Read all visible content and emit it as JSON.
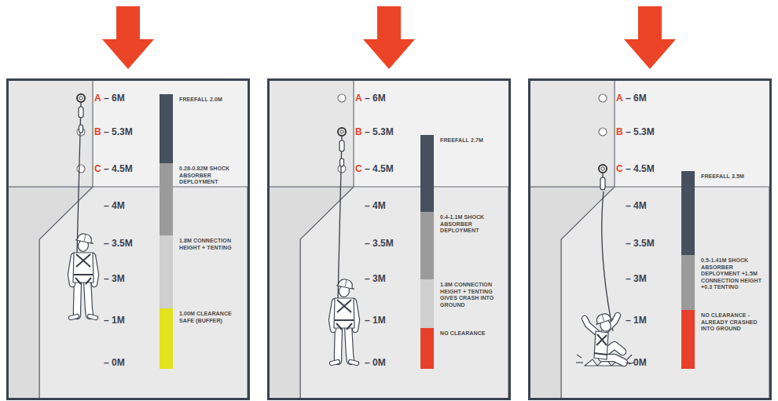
{
  "diagram": {
    "nodes": [
      {
        "text": [
          "FREEFALL 2.0M"
        ]
      },
      {
        "text": [
          "0.28-0.82M SHOCK ABSORBER DEPLOYMENT"
        ]
      },
      {
        "text": [
          "1.8M CONNECTION HEIGHT + TENTING"
        ]
      },
      {
        "text": [
          "1.00M CLEARANCE SAFE (BUFFER)"
        ]
      },
      {
        "text": [
          "FREEFALL 2.7M"
        ]
      },
      {
        "text": [
          "0.4-1.1M SHOCK ABSORBER DEPLOYMENT"
        ]
      },
      {
        "text": [
          "1.8M CONNECTION HEIGHT + TENTING GIVES CRASH INTO GROUND"
        ]
      },
      {
        "text": [
          "NO CLEARANCE"
        ]
      },
      {
        "text": [
          "FREEFALL 3.5M"
        ]
      },
      {
        "text": [
          "0.5-1.41M SHOCK ABSORBER DEPLOYMENT +1.5M CONNECTION HEIGHT +0.3 TENTING"
        ]
      },
      {
        "text": [
          "NO CLEARANCE - ALREADY CRASHED INTO GROUND"
        ]
      }
    ],
    "labels": [
      "A",
      "– 6M",
      "B",
      "– 5.3M",
      "C",
      "– 4.5M",
      "– 4M",
      "– 3.5M",
      "– 3M",
      "– 1M",
      "– 0M",
      "A",
      "– 6M",
      "B",
      "– 5.3M",
      "C",
      "– 4.5M",
      "– 4M",
      "– 3.5M",
      "– 3M",
      "– 1M",
      "– 0M",
      "A",
      "– 6M",
      "B",
      "– 5.3M",
      "C",
      "– 4.5M",
      "– 4M",
      "– 3.5M",
      "– 3M",
      "– 1M",
      "– 0M"
    ]
  }
}
